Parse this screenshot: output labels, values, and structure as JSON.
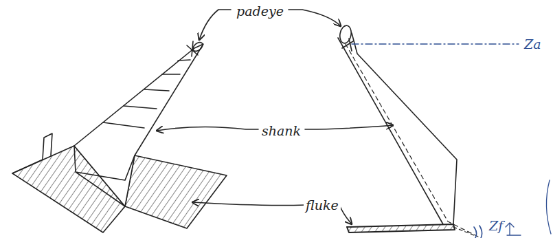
{
  "diagram": {
    "labels": [
      "padeye",
      "shank",
      "fluke",
      "Za",
      "Zf"
    ]
  }
}
